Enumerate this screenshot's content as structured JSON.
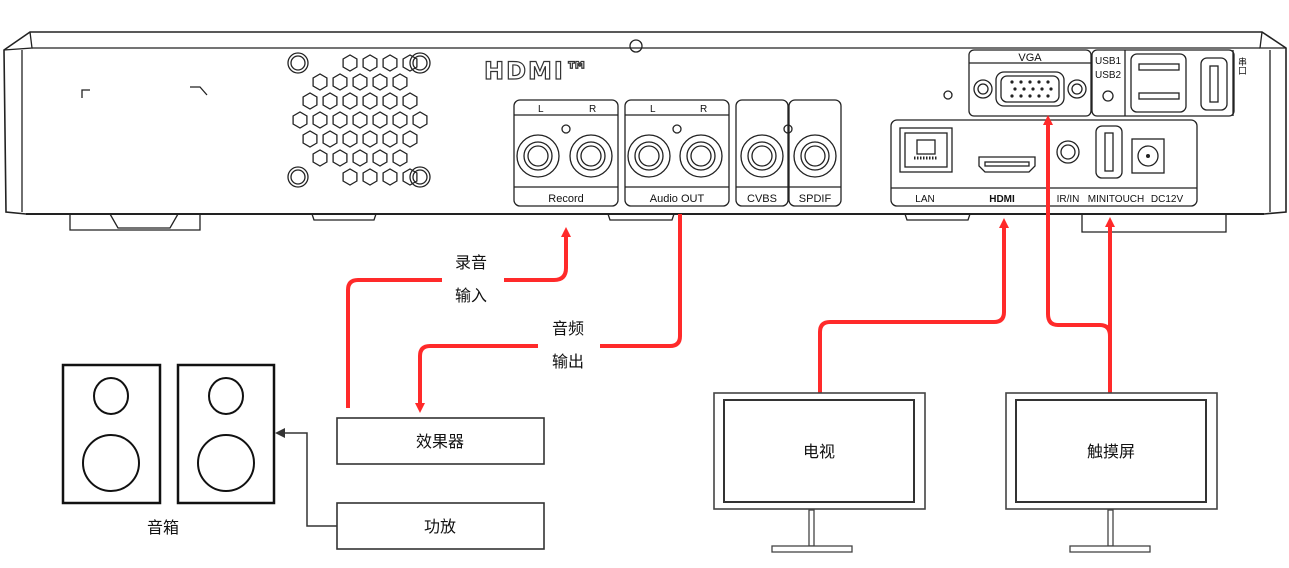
{
  "device": {
    "hdmi_logo": "HDMI™",
    "audio_ports": {
      "record": {
        "label": "Record",
        "left": "L",
        "right": "R"
      },
      "audio_out": {
        "label": "Audio OUT",
        "left": "L",
        "right": "R"
      },
      "cvbs": {
        "label": "CVBS"
      },
      "spdif": {
        "label": "SPDIF"
      }
    },
    "right_panel": {
      "vga": "VGA",
      "usb1": "USB1",
      "usb2": "USB2",
      "serial": "串口",
      "lan": "LAN",
      "hdmi": "HDMI",
      "irin": "IR/IN",
      "minitouch": "MINITOUCH",
      "dc": "DC12V"
    }
  },
  "connections": {
    "record_in": {
      "line1": "录音",
      "line2": "输入"
    },
    "audio_out": {
      "line1": "音频",
      "line2": "输出"
    }
  },
  "boxes": {
    "effects": "效果器",
    "amplifier": "功放",
    "speakers": "音箱",
    "tv": "电视",
    "touchscreen": "触摸屏"
  },
  "colors": {
    "cable": "#ff2a2a",
    "outline": "#222222"
  }
}
